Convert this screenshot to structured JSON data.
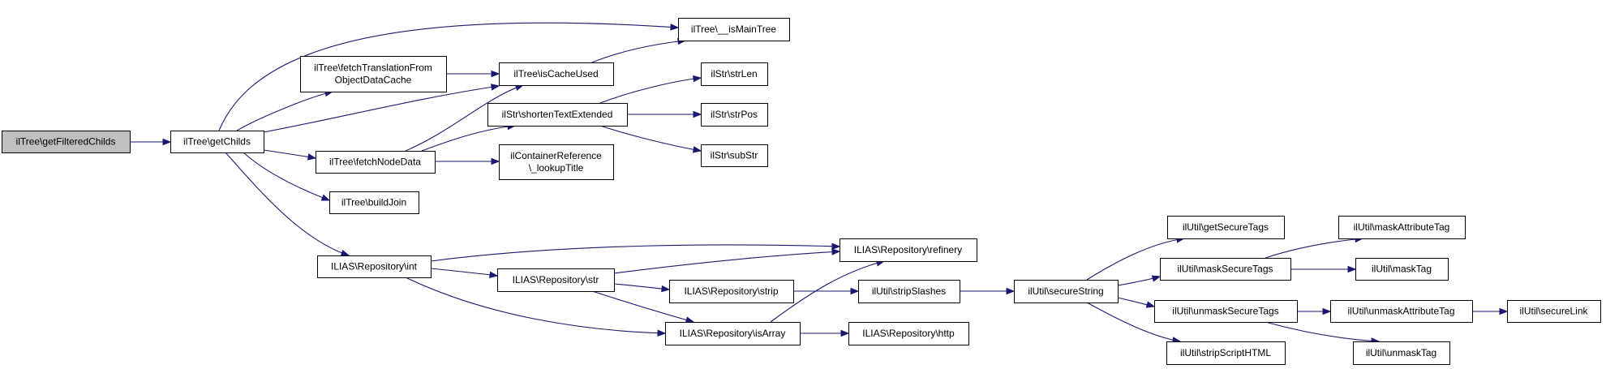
{
  "diagram": {
    "edge_color": "#191970",
    "root_fill": "#bfbfbf",
    "nodes": [
      {
        "id": "getFilteredChilds",
        "lines": [
          "ilTree\\getFilteredChilds"
        ],
        "root": true
      },
      {
        "id": "getChilds",
        "lines": [
          "ilTree\\getChilds"
        ]
      },
      {
        "id": "fetchTranslation",
        "lines": [
          "ilTree\\fetchTranslationFrom",
          "ObjectDataCache"
        ]
      },
      {
        "id": "isCacheUsed",
        "lines": [
          "ilTree\\isCacheUsed"
        ]
      },
      {
        "id": "isMainTree",
        "lines": [
          "ilTree\\__isMainTree"
        ]
      },
      {
        "id": "fetchNodeData",
        "lines": [
          "ilTree\\fetchNodeData"
        ]
      },
      {
        "id": "shortenTextExtended",
        "lines": [
          "ilStr\\shortenTextExtended"
        ]
      },
      {
        "id": "strLen",
        "lines": [
          "ilStr\\strLen"
        ]
      },
      {
        "id": "strPos",
        "lines": [
          "ilStr\\strPos"
        ]
      },
      {
        "id": "subStr",
        "lines": [
          "ilStr\\subStr"
        ]
      },
      {
        "id": "lookupTitle",
        "lines": [
          "ilContainerReference",
          "\\_lookupTitle"
        ]
      },
      {
        "id": "buildJoin",
        "lines": [
          "ilTree\\buildJoin"
        ]
      },
      {
        "id": "repoInt",
        "lines": [
          "ILIAS\\Repository\\int"
        ]
      },
      {
        "id": "repoRefinery",
        "lines": [
          "ILIAS\\Repository\\refinery"
        ]
      },
      {
        "id": "repoStr",
        "lines": [
          "ILIAS\\Repository\\str"
        ]
      },
      {
        "id": "repoStrip",
        "lines": [
          "ILIAS\\Repository\\strip"
        ]
      },
      {
        "id": "repoIsArray",
        "lines": [
          "ILIAS\\Repository\\isArray"
        ]
      },
      {
        "id": "repoHttp",
        "lines": [
          "ILIAS\\Repository\\http"
        ]
      },
      {
        "id": "stripSlashes",
        "lines": [
          "ilUtil\\stripSlashes"
        ]
      },
      {
        "id": "secureString",
        "lines": [
          "ilUtil\\secureString"
        ]
      },
      {
        "id": "getSecureTags",
        "lines": [
          "ilUtil\\getSecureTags"
        ]
      },
      {
        "id": "maskSecureTags",
        "lines": [
          "ilUtil\\maskSecureTags"
        ]
      },
      {
        "id": "unmaskSecureTags",
        "lines": [
          "ilUtil\\unmaskSecureTags"
        ]
      },
      {
        "id": "stripScriptHTML",
        "lines": [
          "ilUtil\\stripScriptHTML"
        ]
      },
      {
        "id": "maskAttributeTag",
        "lines": [
          "ilUtil\\maskAttributeTag"
        ]
      },
      {
        "id": "maskTag",
        "lines": [
          "ilUtil\\maskTag"
        ]
      },
      {
        "id": "unmaskAttributeTag",
        "lines": [
          "ilUtil\\unmaskAttributeTag"
        ]
      },
      {
        "id": "unmaskTag",
        "lines": [
          "ilUtil\\unmaskTag"
        ]
      },
      {
        "id": "secureLink",
        "lines": [
          "ilUtil\\secureLink"
        ]
      }
    ],
    "edges": [
      [
        "getFilteredChilds",
        "getChilds"
      ],
      [
        "getChilds",
        "isMainTree"
      ],
      [
        "getChilds",
        "fetchTranslation"
      ],
      [
        "getChilds",
        "isCacheUsed"
      ],
      [
        "getChilds",
        "fetchNodeData"
      ],
      [
        "getChilds",
        "buildJoin"
      ],
      [
        "getChilds",
        "repoInt"
      ],
      [
        "fetchTranslation",
        "isCacheUsed"
      ],
      [
        "isCacheUsed",
        "isMainTree"
      ],
      [
        "fetchNodeData",
        "isCacheUsed"
      ],
      [
        "fetchNodeData",
        "shortenTextExtended"
      ],
      [
        "fetchNodeData",
        "lookupTitle"
      ],
      [
        "shortenTextExtended",
        "strLen"
      ],
      [
        "shortenTextExtended",
        "strPos"
      ],
      [
        "shortenTextExtended",
        "subStr"
      ],
      [
        "repoInt",
        "repoRefinery"
      ],
      [
        "repoInt",
        "repoStr"
      ],
      [
        "repoInt",
        "repoIsArray"
      ],
      [
        "repoStr",
        "repoRefinery"
      ],
      [
        "repoStr",
        "repoStrip"
      ],
      [
        "repoStr",
        "repoIsArray"
      ],
      [
        "repoStrip",
        "stripSlashes"
      ],
      [
        "repoIsArray",
        "repoRefinery"
      ],
      [
        "repoIsArray",
        "repoHttp"
      ],
      [
        "stripSlashes",
        "secureString"
      ],
      [
        "secureString",
        "getSecureTags"
      ],
      [
        "secureString",
        "maskSecureTags"
      ],
      [
        "secureString",
        "unmaskSecureTags"
      ],
      [
        "secureString",
        "stripScriptHTML"
      ],
      [
        "maskSecureTags",
        "maskAttributeTag"
      ],
      [
        "maskSecureTags",
        "maskTag"
      ],
      [
        "unmaskSecureTags",
        "unmaskAttributeTag"
      ],
      [
        "unmaskSecureTags",
        "unmaskTag"
      ],
      [
        "unmaskAttributeTag",
        "secureLink"
      ]
    ]
  }
}
